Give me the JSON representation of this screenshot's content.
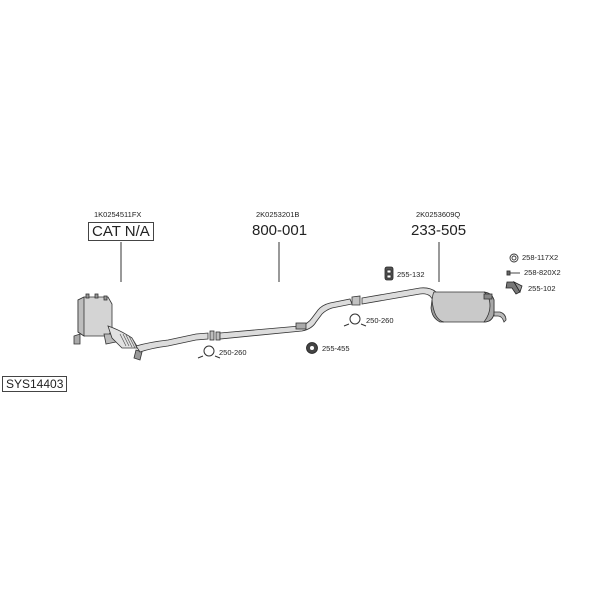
{
  "system": {
    "code": "SYS14403"
  },
  "parts": {
    "catalyst": {
      "ref": "1K0254511FX",
      "number": "CAT N/A"
    },
    "middle_pipe": {
      "ref": "2K0253201B",
      "number": "800-001"
    },
    "rear_silencer": {
      "ref": "2K0253609Q",
      "number": "233-505"
    }
  },
  "fittings": {
    "clamp_front": "250-260",
    "clamp_mid": "250-260",
    "mount_ring": "255-455",
    "rubber_hanger": "255-132",
    "seal_ring": "258-117X2",
    "bolt": "258-820X2",
    "bracket": "255-102"
  },
  "colors": {
    "line": "#333333",
    "fill": "#cfcfcf",
    "dark": "#555555"
  }
}
